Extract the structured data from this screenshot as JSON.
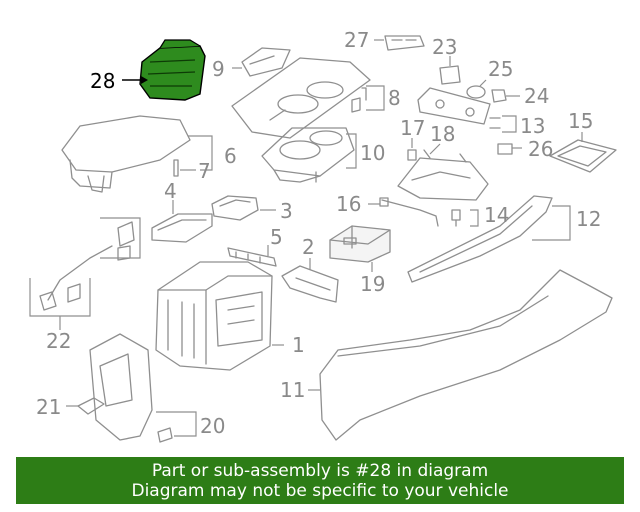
{
  "diagram": {
    "highlighted_part": "28",
    "callouts": [
      "1",
      "2",
      "3",
      "4",
      "5",
      "6",
      "7",
      "8",
      "9",
      "10",
      "11",
      "12",
      "13",
      "14",
      "15",
      "16",
      "17",
      "18",
      "19",
      "20",
      "21",
      "22",
      "23",
      "24",
      "25",
      "26",
      "27",
      "28"
    ],
    "highlight_color": "#2e8b1e"
  },
  "banner": {
    "line1": "Part or sub-assembly is #28 in diagram",
    "line2": "Diagram may not be specific to your vehicle",
    "background": "#2d7d16"
  }
}
